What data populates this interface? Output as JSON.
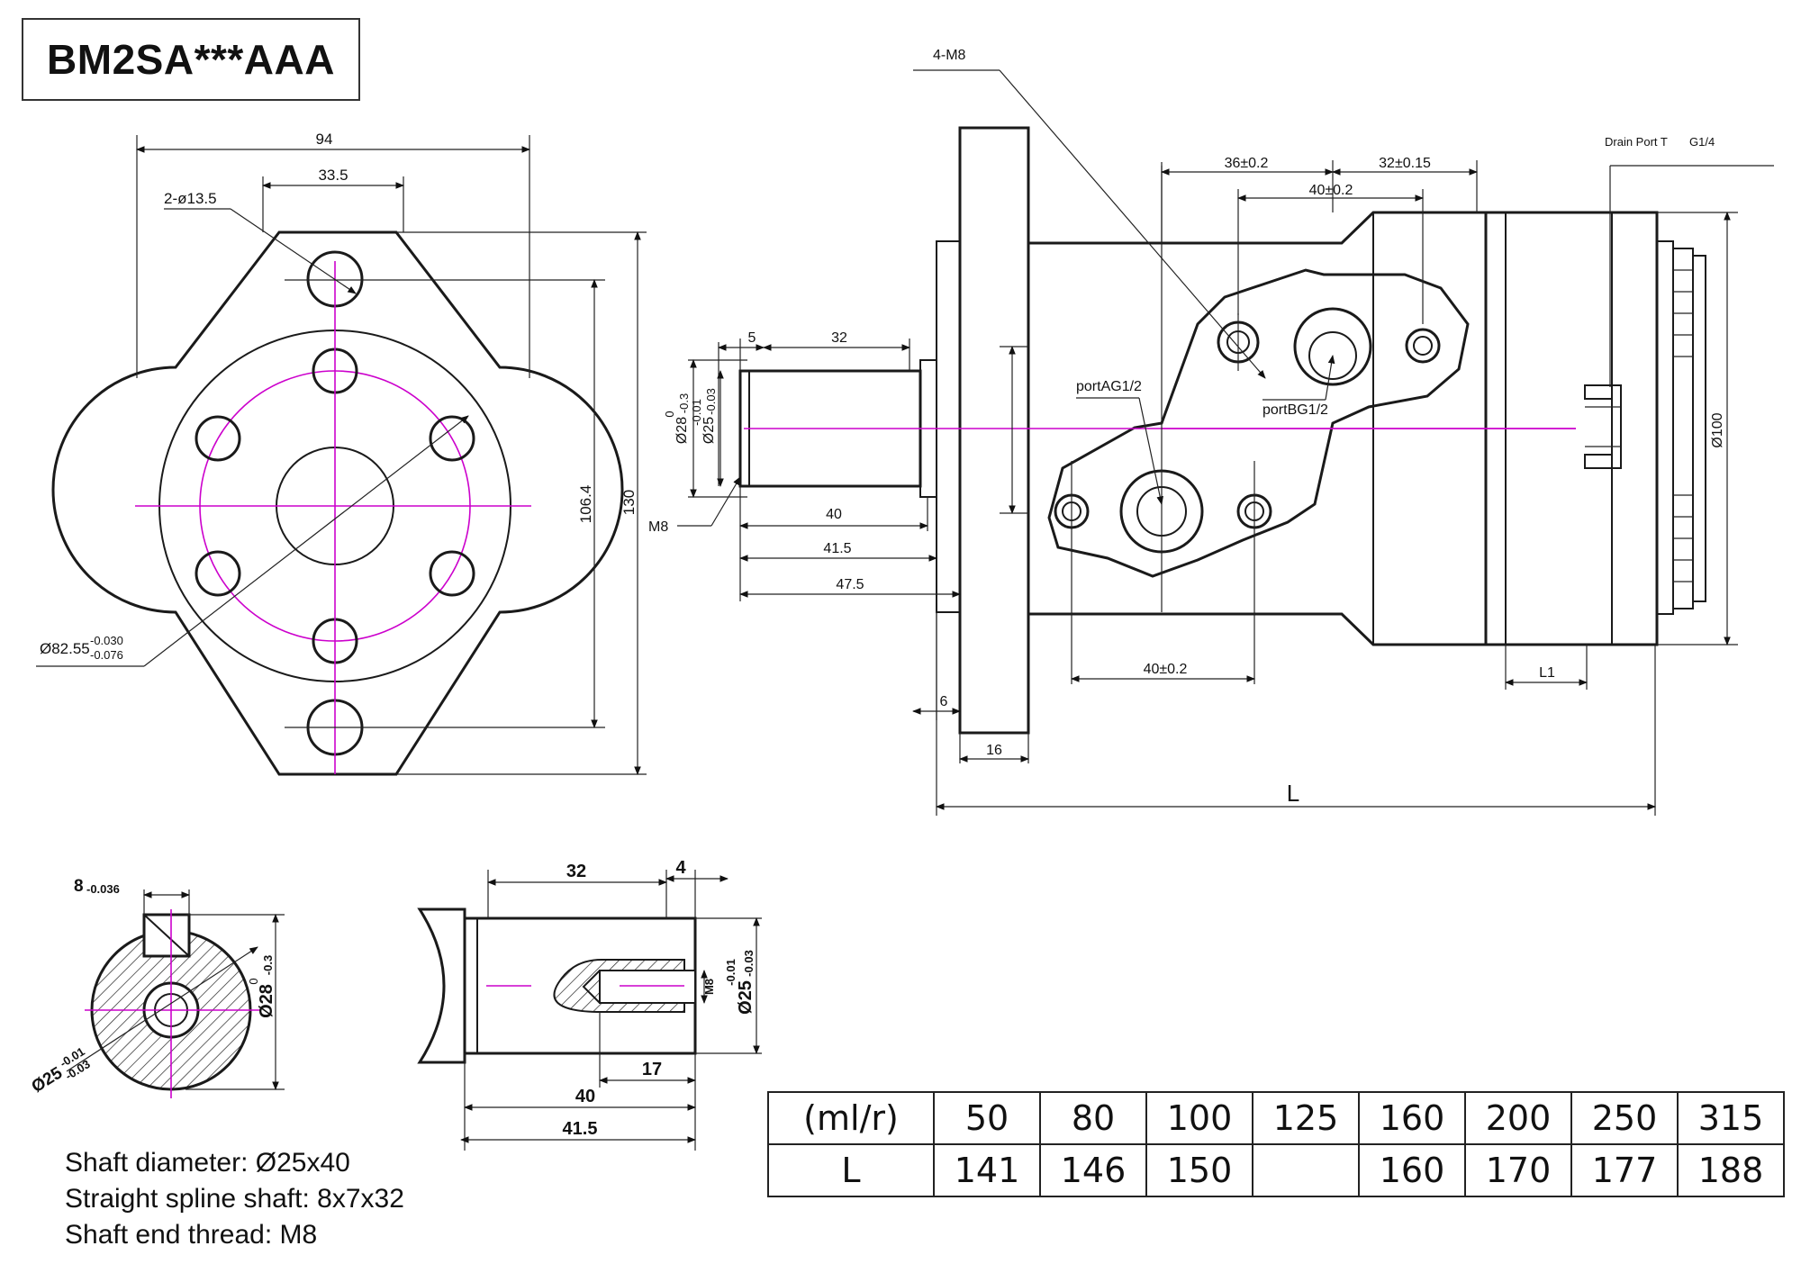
{
  "title": "BM2SA***AAA",
  "front_view": {
    "dim_width": "94",
    "dim_hole_offset": "33.5",
    "holes_label": "2-ø13.5",
    "dim_hole_spacing": "106.4",
    "dim_height": "130",
    "pilot_diameter": "Ø82.55",
    "pilot_tol_upper": "-0.030",
    "pilot_tol_lower": "-0.076"
  },
  "side_view": {
    "thread_label": "4-M8",
    "dim_36": "36±0.2",
    "dim_32": "32±0.15",
    "dim_40_top": "40±0.2",
    "drain_label": "Drain Port T",
    "drain_size": "G1/4",
    "port_a": "portAG1/2",
    "port_b": "portBG1/2",
    "dim_shaft_5": "5",
    "dim_shaft_32": "32",
    "dim_d28": "Ø28",
    "dim_d28_tol": "-0.3",
    "dim_d28_zero": "0",
    "dim_d25": "Ø25",
    "dim_d25_tol_upper": "-0.01",
    "dim_d25_tol_lower": "-0.03",
    "m8": "M8",
    "dim_40": "40",
    "dim_41_5": "41.5",
    "dim_47_5": "47.5",
    "dim_6": "6",
    "dim_16": "16",
    "dim_40_bottom": "40±0.2",
    "dim_l1": "L1",
    "dim_l": "L",
    "dim_d100": "Ø100"
  },
  "shaft_section": {
    "key_width": "8",
    "key_tol": "-0.036",
    "d28": "Ø28",
    "d28_zero": "0",
    "d28_tol": "-0.3",
    "d25": "Ø25",
    "d25_tol_upper": "-0.01",
    "d25_tol_lower": "-0.03"
  },
  "shaft_detail": {
    "dim_32": "32",
    "dim_4": "4",
    "m8": "M8",
    "d25": "Ø25",
    "d25_tol_upper": "-0.01",
    "d25_tol_lower": "-0.03",
    "dim_17": "17",
    "dim_40": "40",
    "dim_41_5": "41.5"
  },
  "specs": [
    "Shaft diameter: Ø25x40",
    "Straight spline shaft: 8x7x32",
    "Shaft end thread: M8"
  ],
  "displacement_table": {
    "row1_header": "(ml/r)",
    "row2_header": "L",
    "displacements": [
      "50",
      "80",
      "100",
      "125",
      "160",
      "200",
      "250",
      "315"
    ],
    "lengths": [
      "141",
      "146",
      "150",
      "",
      "160",
      "170",
      "177",
      "188"
    ]
  },
  "colors": {
    "line": "#1a1a1a",
    "centerline": "#cc00cc"
  }
}
